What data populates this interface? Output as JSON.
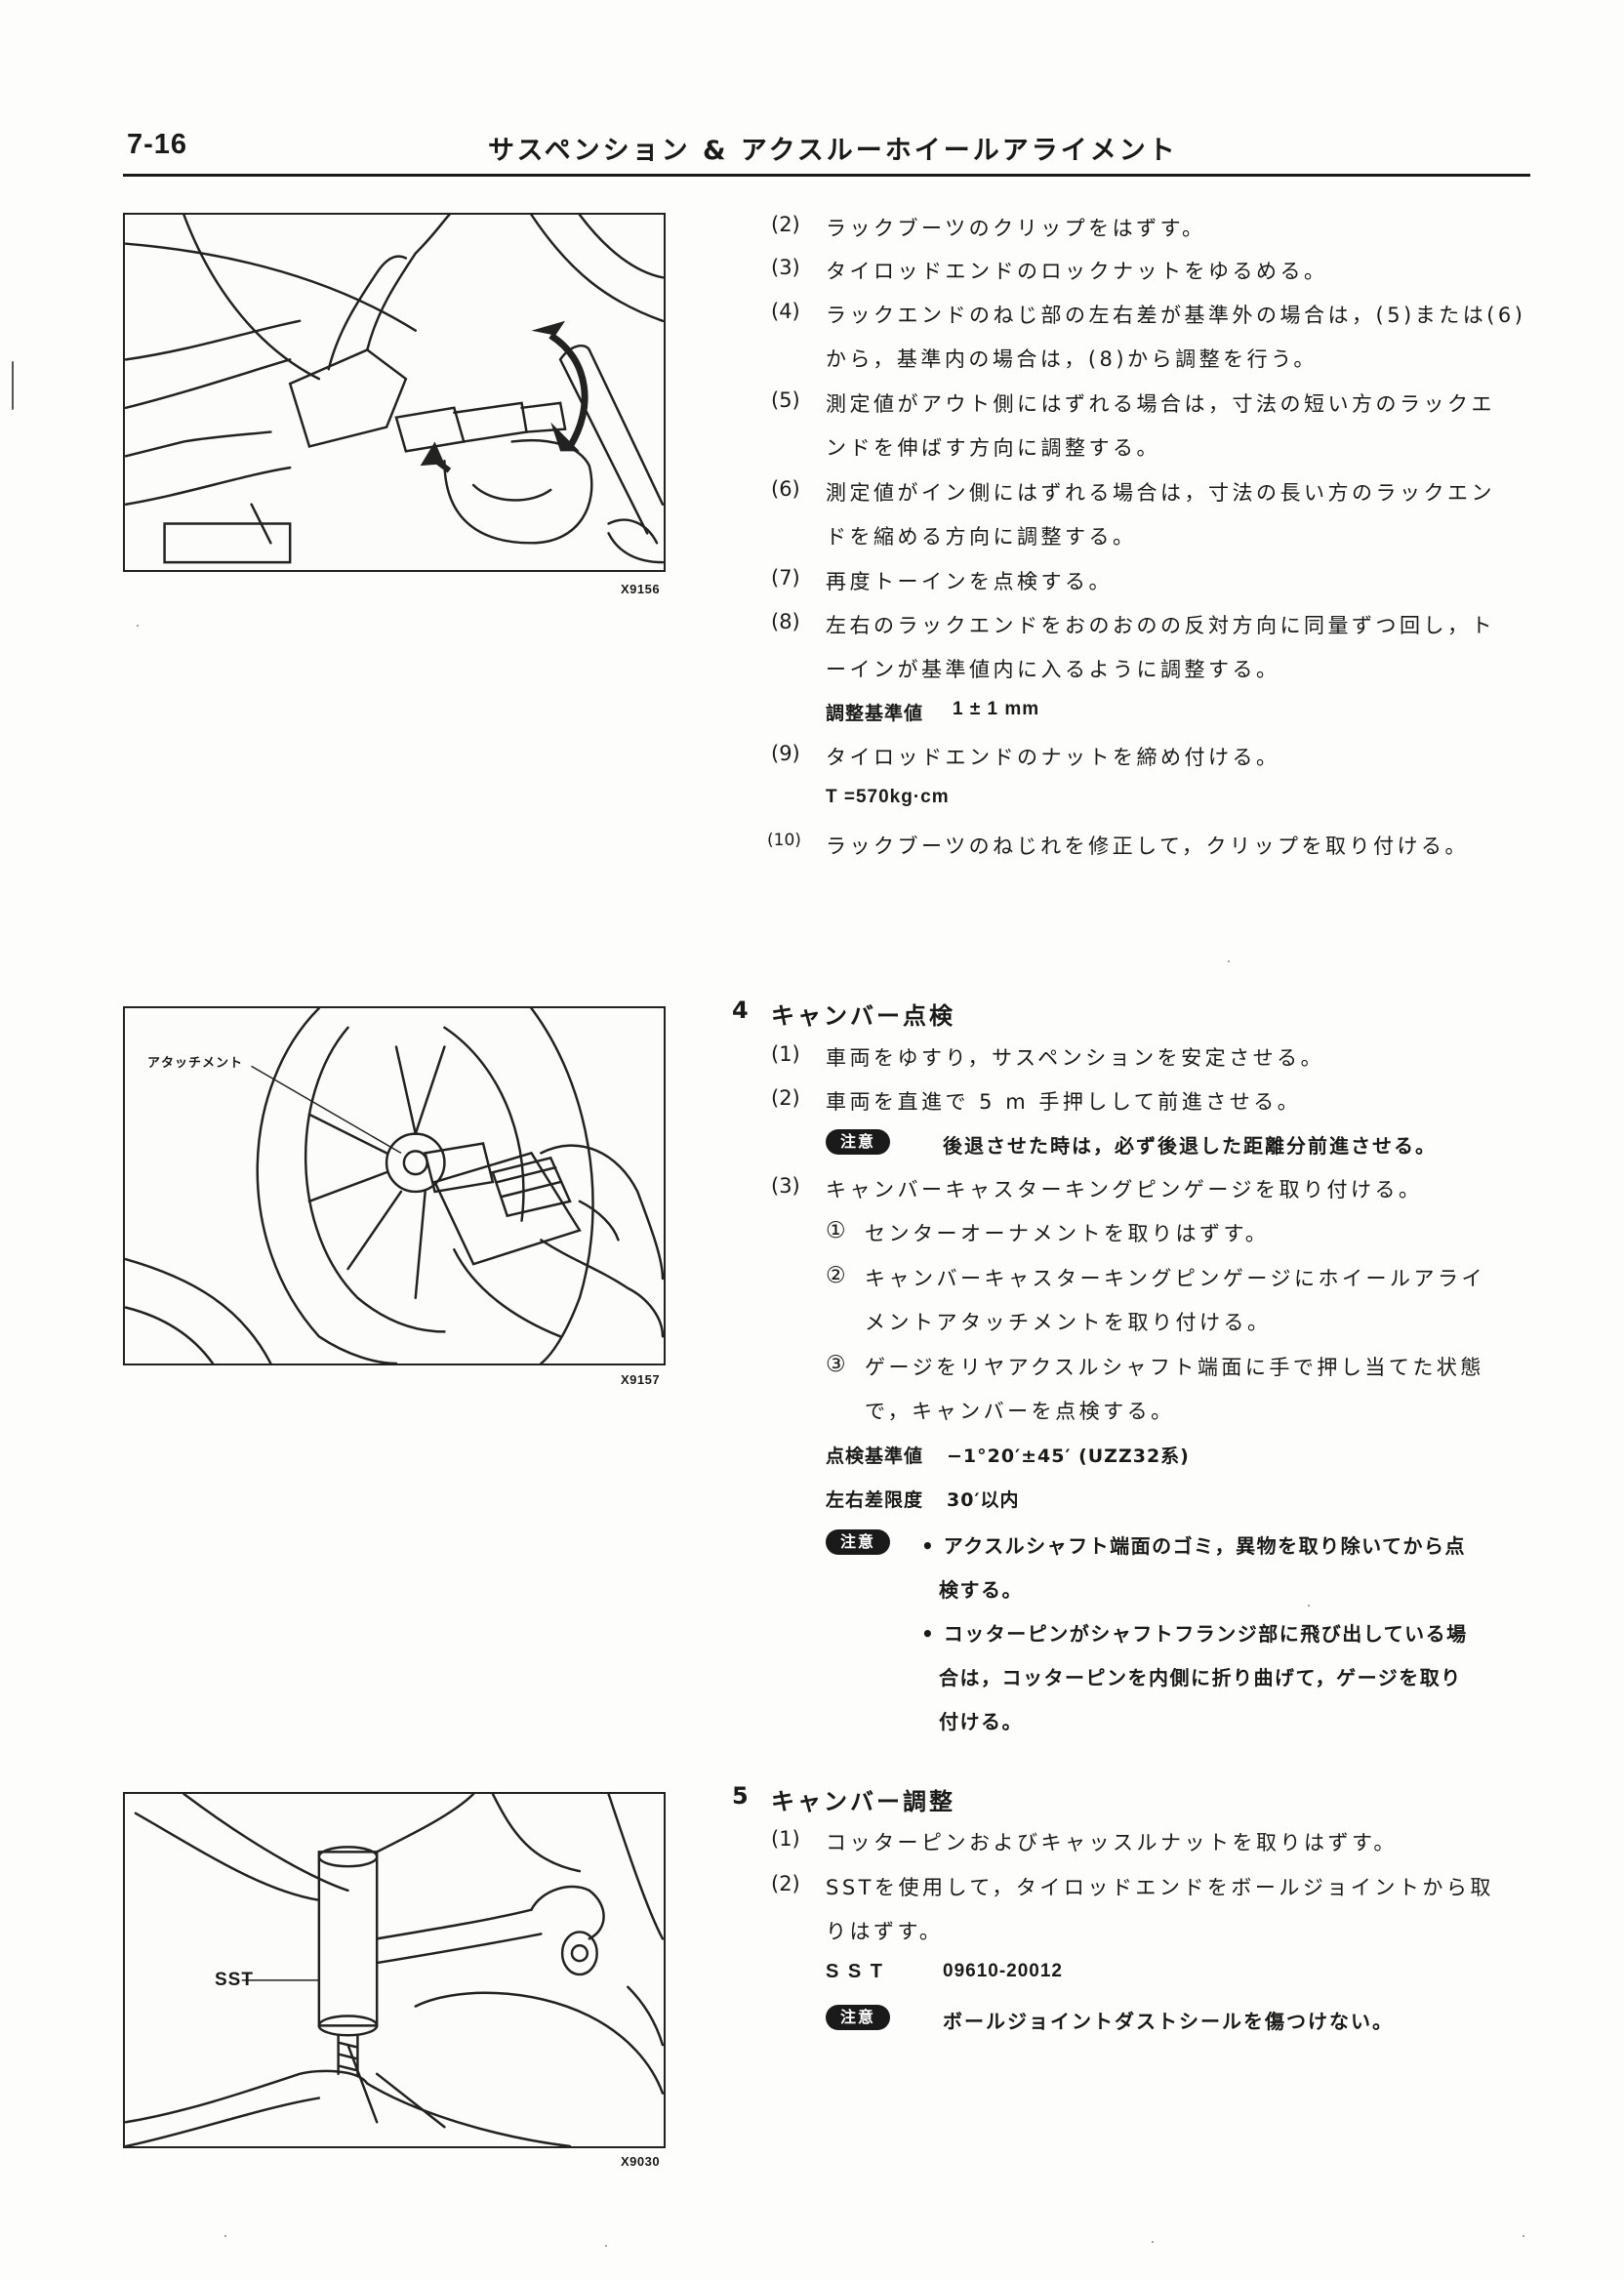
{
  "header": {
    "page_number": "7-16",
    "chapter_title": "サスペンション & アクスルーホイールアライメント"
  },
  "figures": [
    {
      "code": "X9156"
    },
    {
      "code": "X9157",
      "label": "アタッチメント"
    },
    {
      "code": "X9030",
      "label": "SST"
    }
  ],
  "steps_toe": [
    {
      "num": "(2)",
      "lines": [
        "ラックブーツのクリップをはずす。"
      ]
    },
    {
      "num": "(3)",
      "lines": [
        "タイロッドエンドのロックナットをゆるめる。"
      ]
    },
    {
      "num": "(4)",
      "lines": [
        "ラックエンドのねじ部の左右差が基準外の場合は，(5)または(6)",
        "から，基準内の場合は，(8)から調整を行う。"
      ]
    },
    {
      "num": "(5)",
      "lines": [
        "測定値がアウト側にはずれる場合は，寸法の短い方のラックエ",
        "ンドを伸ばす方向に調整する。"
      ]
    },
    {
      "num": "(6)",
      "lines": [
        "測定値がイン側にはずれる場合は，寸法の長い方のラックエン",
        "ドを縮める方向に調整する。"
      ]
    },
    {
      "num": "(7)",
      "lines": [
        "再度トーインを点検する。"
      ]
    },
    {
      "num": "(8)",
      "lines": [
        "左右のラックエンドをおのおのの反対方向に同量ずつ回し，ト",
        "ーインが基準値内に入るように調整する。"
      ]
    }
  ],
  "spec_adjust": {
    "label": "調整基準値",
    "value": "1 ± 1 mm"
  },
  "step9": {
    "num": "(9)",
    "text": "タイロッドエンドのナットを締め付ける。"
  },
  "torque": "T =570kg·cm",
  "step10": {
    "num": "(10)",
    "text": "ラックブーツのねじれを修正して，クリップを取り付ける。"
  },
  "section4": {
    "num": "4",
    "title": "キャンバー点検",
    "s1": {
      "num": "(1)",
      "text": "車両をゆすり，サスペンションを安定させる。"
    },
    "s2": {
      "num": "(2)",
      "text": "車両を直進で 5 m 手押しして前進させる。"
    },
    "caution_label": "注意",
    "caution1": "後退させた時は，必ず後退した距離分前進させる。",
    "s3": {
      "num": "(3)",
      "text": "キャンバーキャスターキングピンゲージを取り付ける。"
    },
    "c1": {
      "num": "①",
      "text": "センターオーナメントを取りはずす。"
    },
    "c2": {
      "num": "②",
      "lines": [
        "キャンバーキャスターキングピンゲージにホイールアライ",
        "メントアタッチメントを取り付ける。"
      ]
    },
    "c3": {
      "num": "③",
      "lines": [
        "ゲージをリヤアクスルシャフト端面に手で押し当てた状態",
        "で，キャンバーを点検する。"
      ]
    },
    "spec1": {
      "label": "点検基準値",
      "value": "−1°20′±45′ (UZZ32系)"
    },
    "spec2": {
      "label": "左右差限度",
      "value": "30′以内"
    },
    "caution2_lines": [
      "• アクスルシャフト端面のゴミ，異物を取り除いてから点",
      "検する。"
    ],
    "caution3_lines": [
      "• コッターピンがシャフトフランジ部に飛び出している場",
      "合は，コッターピンを内側に折り曲げて，ゲージを取り",
      "付ける。"
    ]
  },
  "section5": {
    "num": "5",
    "title": "キャンバー調整",
    "s1": {
      "num": "(1)",
      "text": "コッターピンおよびキャッスルナットを取りはずす。"
    },
    "s2": {
      "num": "(2)",
      "lines": [
        "SSTを使用して，タイロッドエンドをボールジョイントから取",
        "りはずす。"
      ]
    },
    "sst": {
      "label": "S S T",
      "value": "09610-20012"
    },
    "caution_label": "注意",
    "caution": "ボールジョイントダストシールを傷つけない。"
  }
}
